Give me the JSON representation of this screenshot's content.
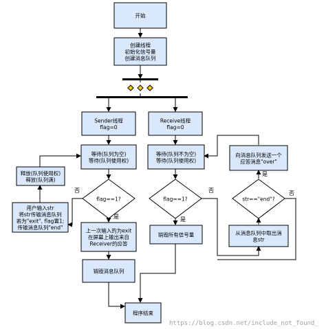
{
  "nodes": {
    "start": [
      "开始"
    ],
    "create_thread": [
      "创建线程",
      "初始化信号量",
      "创建消息队列"
    ],
    "sender": [
      "Sender线程",
      "flag=0"
    ],
    "receive": [
      "Receive线程",
      "flag=0"
    ],
    "sender_wait": [
      "等待(队列为空)",
      "等待(队列使用权)"
    ],
    "receive_wait": [
      "等待(队列不为空)",
      "等待(队列使用权)"
    ],
    "sender_release": [
      "释放(队列使用权)",
      "释放(队列满)"
    ],
    "user_input": [
      "用户输入str",
      "将str传输消息队列",
      "若为\"exit\", flag置1;",
      "传输消息队列\"end\""
    ],
    "sender_cond": [
      "flag==1?"
    ],
    "receive_cond": [
      "flag==1?"
    ],
    "sender_exit_msg": [
      "上一次输入的为exit",
      "在屏幕上输出来自",
      "Receiver的应答"
    ],
    "receive_destroy_sem": [
      "销毁所有信号量"
    ],
    "destroy_queue": [
      "销毁消息队列"
    ],
    "end": [
      "程序结束"
    ],
    "send_over": [
      "向消息队列发送一个",
      "应答消息\"over\""
    ],
    "str_cond": [
      "str==\"end\"?"
    ],
    "take_msg": [
      "从消息队列中取出消",
      "息str"
    ]
  },
  "edge_labels": {
    "sender_no": "否",
    "sender_yes": "是",
    "receive_no": "否",
    "receive_yes": "是",
    "str_yes": "是",
    "str_no": "否"
  },
  "watermark": "https://blog.csdn.net/include_not_found_"
}
